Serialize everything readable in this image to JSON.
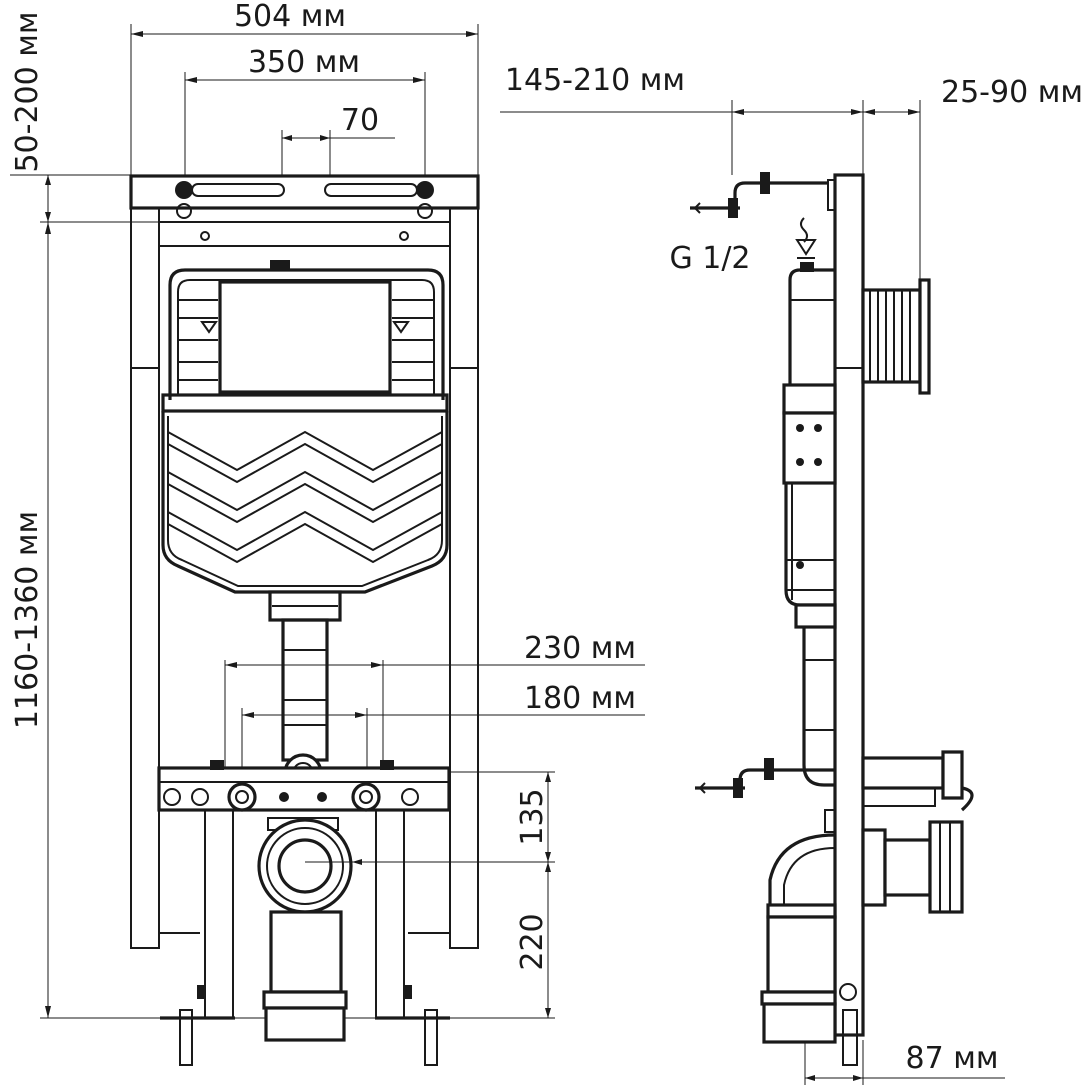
{
  "front_view": {
    "frame_width": "504 мм",
    "mount_span": "350 мм",
    "slot_gap": "70",
    "top_adjust": "50-200 мм",
    "total_height": "1160-1360 мм",
    "drain_spacing_outer": "230 мм",
    "drain_spacing_inner": "180 мм",
    "inlet_offset": "135",
    "outlet_height": "220"
  },
  "side_view": {
    "wall_depth": "145-210 мм",
    "flush_plate_range": "25-90 мм",
    "water_inlet": "G 1/2",
    "outlet_depth": "87 мм"
  },
  "colors": {
    "line": "#1a1a1a",
    "background": "#ffffff"
  }
}
